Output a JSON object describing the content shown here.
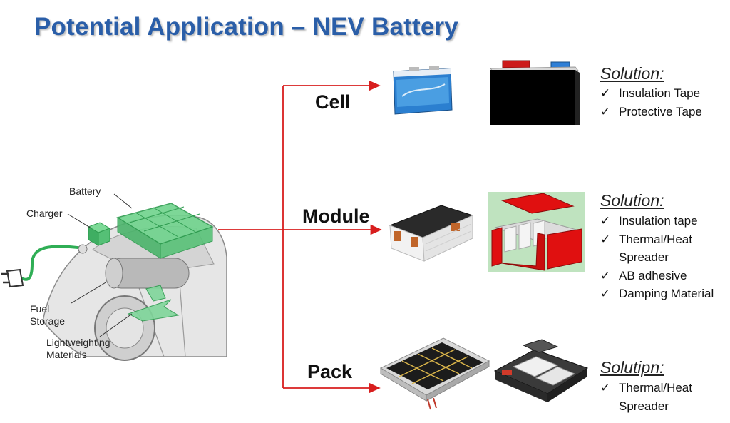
{
  "slide": {
    "title": "Potential Application – NEV Battery"
  },
  "car_labels": {
    "battery": "Battery",
    "charger": "Charger",
    "fuel_storage": "Fuel\nStorage",
    "lightweighting": "Lightweighting\nMaterials"
  },
  "levels": [
    {
      "label": "Cell",
      "solution_heading": "Solution:",
      "items": [
        "Insulation Tape",
        "Protective Tape"
      ]
    },
    {
      "label": "Module",
      "solution_heading": "Solution:",
      "items": [
        "Insulation tape",
        "Thermal/Heat\nSpreader",
        "AB adhesive",
        "Damping Material"
      ]
    },
    {
      "label": "Pack",
      "solution_heading": "Solutipn:",
      "items": [
        "Thermal/Heat\nSpreader"
      ]
    }
  ],
  "check_glyph": "✓",
  "colors": {
    "title": "#2a5ea8",
    "arrow": "#d81e1e",
    "battery_highlight": "#44c26a",
    "module_frame": "#e01010"
  }
}
